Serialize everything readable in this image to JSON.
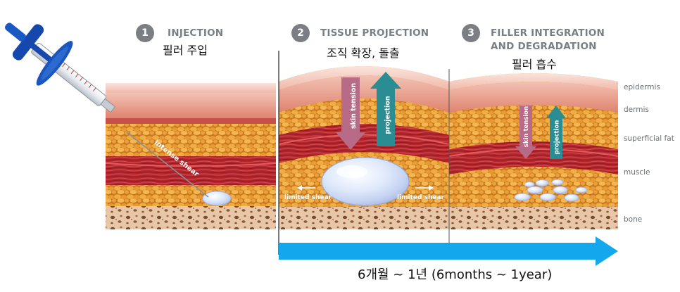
{
  "stages": [
    {
      "number": "1",
      "title_line1": "INJECTION",
      "title_line2": "",
      "subtitle_ko": "필러 주입"
    },
    {
      "number": "2",
      "title_line1": "TISSUE PROJECTION",
      "title_line2": "",
      "subtitle_ko": "조직 확장, 돌출"
    },
    {
      "number": "3",
      "title_line1": "FILLER INTEGRATION",
      "title_line2": "AND DEGRADATION",
      "subtitle_ko": "필러 흡수"
    }
  ],
  "layers": [
    "epidermis",
    "dermis",
    "superficial fat",
    "muscle",
    "bone"
  ],
  "arrows": {
    "skin_tension": "skin tension",
    "projection": "projection"
  },
  "shear": {
    "intense": "intense shear",
    "limited_left": "limited shear",
    "limited_right": "limited shear"
  },
  "timeline": {
    "label": "6개월 ~ 1년 (6months ~ 1year)"
  },
  "colors": {
    "timeline": "#13a8ee",
    "skin_tension": "#b86b86",
    "projection": "#2a8d93",
    "badge": "#7b7f83"
  }
}
